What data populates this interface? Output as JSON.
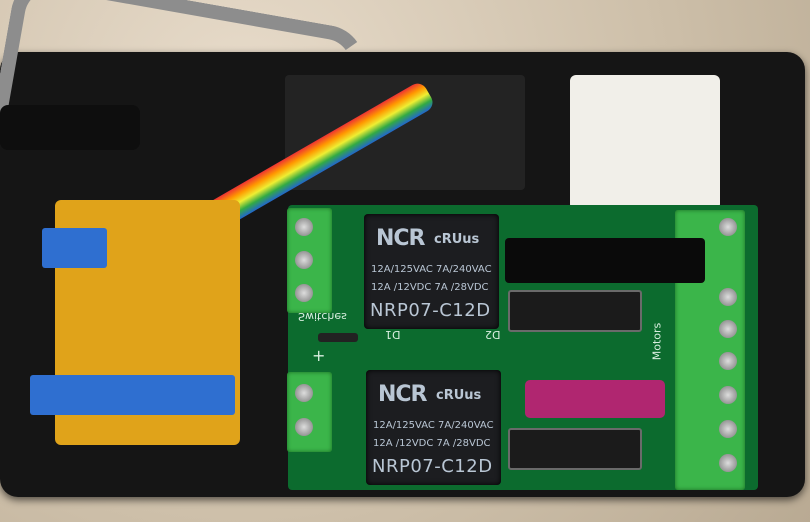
{
  "relays": [
    {
      "brand": "NCR",
      "cert": "cRUus",
      "rating_ac": "12A/125VAC  7A/240VAC",
      "rating_dc": "12A /12VDC  7A /28VDC",
      "model": "NRP07-C12D"
    },
    {
      "brand": "NCR",
      "cert": "cRUus",
      "rating_ac": "12A/125VAC  7A/240VAC",
      "rating_dc": "12A /12VDC  7A /28VDC",
      "model": "NRP07-C12D"
    }
  ],
  "silkscreen": {
    "switches": "Switches",
    "motors": "Motors",
    "d1": "D1",
    "d2": "D2",
    "plus": "+"
  },
  "colors": {
    "pcb": "#0c6b2e",
    "terminal": "#3bb54a",
    "fuse": "#c21f78",
    "daughterboard": "#e0a31a"
  }
}
